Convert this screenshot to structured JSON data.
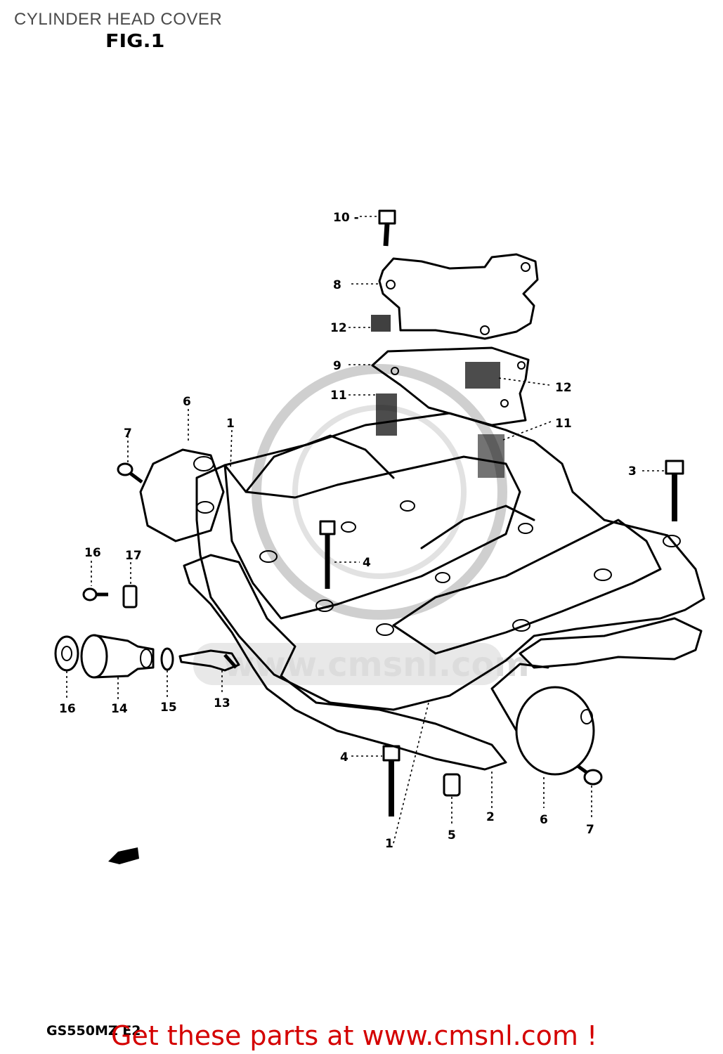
{
  "page": {
    "title": "CYLINDER HEAD COVER",
    "figure_label": "FIG.1",
    "model_code": "GS550MZ E2",
    "promo_text": "Get these parts at www.cmsnl.com !"
  },
  "watermark": {
    "text": "www.cmsnl.com"
  },
  "callouts": {
    "c10": "10 -",
    "c8": "8",
    "c12a": "12",
    "c9": "9",
    "c12b": "12",
    "c11a": "11",
    "c11b": "11",
    "c6a": "6",
    "c1a": "1",
    "c7a": "7",
    "c3": "3",
    "c16a": "16",
    "c17": "17",
    "c4a": "4",
    "c16b": "16",
    "c14": "14",
    "c15": "15",
    "c13": "13",
    "c4b": "4",
    "c2": "2",
    "c6b": "6",
    "c7b": "7",
    "c5": "5",
    "c1b": "1"
  },
  "colors": {
    "title": "#4a4a4a",
    "promo": "#d40000",
    "line": "#000000",
    "watermark": "#cfcfcf"
  }
}
